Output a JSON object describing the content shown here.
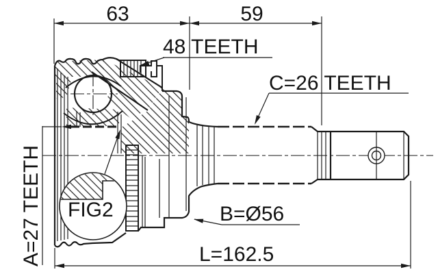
{
  "drawing": {
    "dimensions": {
      "top_left": "63",
      "top_right": "59",
      "overall_length": "L=162.5",
      "flange_diameter": "B=Ø56"
    },
    "labels": {
      "abs_ring": "48 TEETH",
      "shaft_spline": "C=26 TEETH",
      "inner_spline": "A=27 TEETH",
      "figure_ref": "FIG2"
    },
    "colors": {
      "line": "#1a1a1a",
      "background": "#ffffff"
    }
  }
}
